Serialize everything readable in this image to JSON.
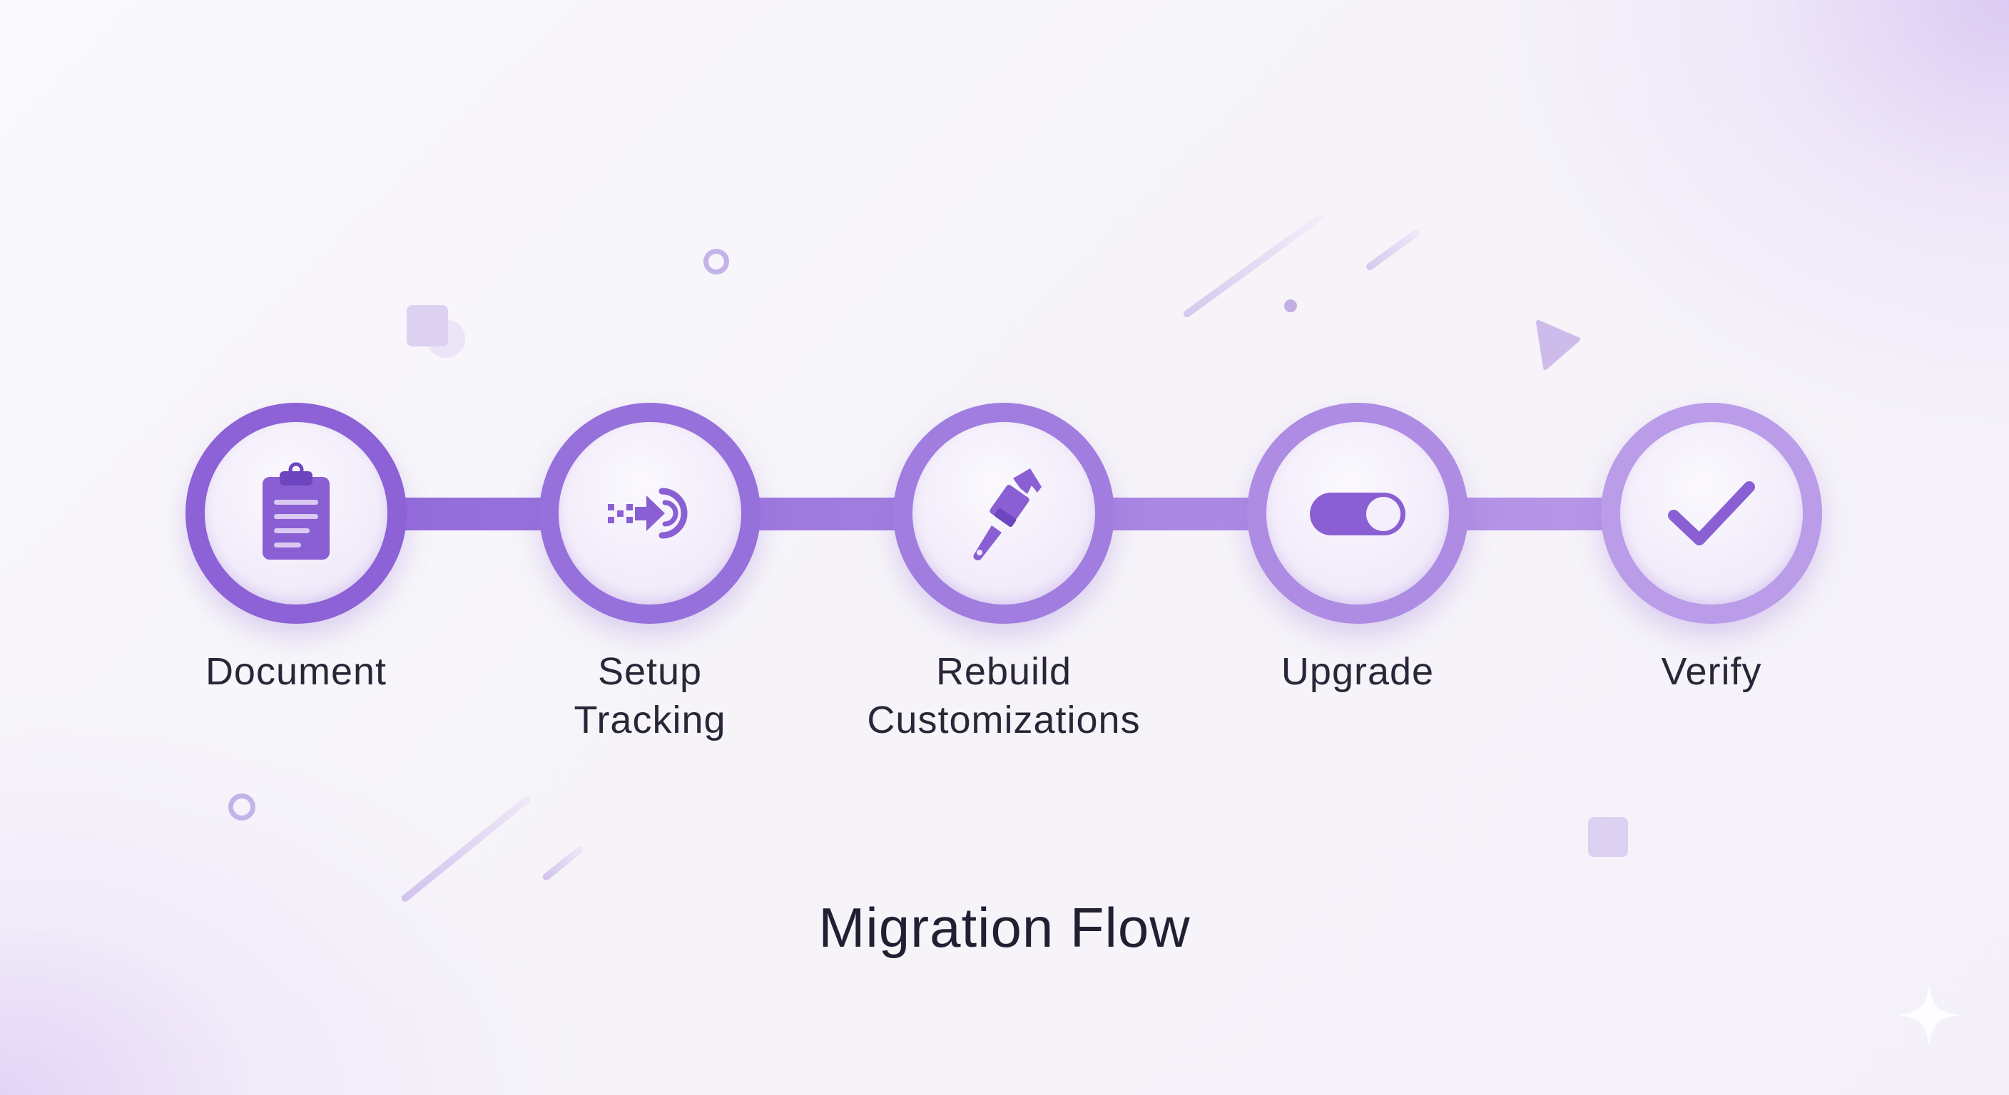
{
  "diagram": {
    "title": "Migration Flow",
    "steps": [
      {
        "label_line1": "Document",
        "label_line2": "",
        "icon": "clipboard-icon",
        "ring_color": "#8c62d6"
      },
      {
        "label_line1": "Setup",
        "label_line2": "Tracking",
        "icon": "tracking-arrow-target-icon",
        "ring_color": "#9670db"
      },
      {
        "label_line1": "Rebuild",
        "label_line2": "Customizations",
        "icon": "paintbrush-icon",
        "ring_color": "#a17ddf"
      },
      {
        "label_line1": "Upgrade",
        "label_line2": "",
        "icon": "toggle-switch-icon",
        "ring_color": "#ae8ce4"
      },
      {
        "label_line1": "Verify",
        "label_line2": "",
        "icon": "checkmark-icon",
        "ring_color": "#bb9ce9"
      }
    ]
  },
  "colors": {
    "accent_dark": "#8c62d6",
    "accent_light": "#bb9ce9",
    "icon_fill": "#8a5fd3",
    "text": "#2a2638",
    "background": "#f7f5fa"
  }
}
